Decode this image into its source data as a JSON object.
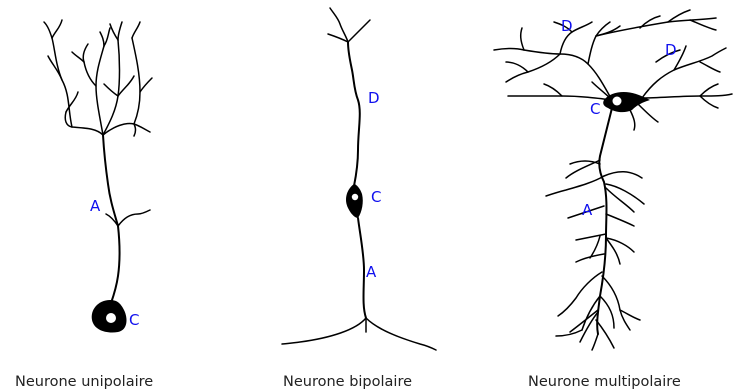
{
  "neurons": [
    {
      "caption": "Neurone unipolaire",
      "labels": {
        "axon": "A",
        "cell_body": "C"
      }
    },
    {
      "caption": "Neurone bipolaire",
      "labels": {
        "dendrite": "D",
        "cell_body": "C",
        "axon": "A"
      }
    },
    {
      "caption": "Neurone multipolaire",
      "labels": {
        "dendrite_1": "D",
        "dendrite_2": "D",
        "cell_body": "C",
        "axon": "A"
      }
    }
  ],
  "colors": {
    "label": "#1010ee",
    "caption": "#222222",
    "stroke": "#000000"
  }
}
